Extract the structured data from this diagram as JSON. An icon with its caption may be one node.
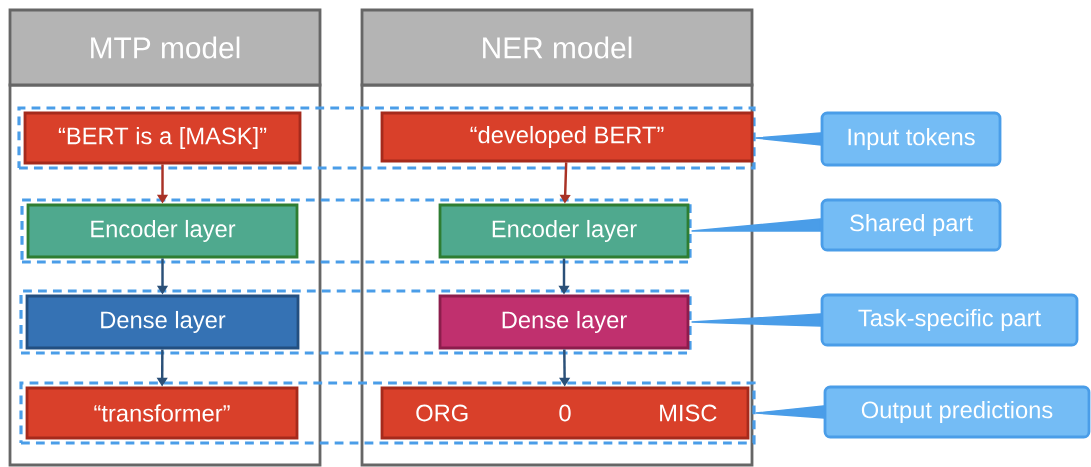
{
  "diagram": {
    "nodes": [
      {
        "text": [
          "MTP model"
        ]
      },
      {
        "text": [
          "“BERT is a [MASK]”"
        ],
        "in": 10
      },
      {
        "text": [
          "Encoder layer"
        ],
        "in": 11
      },
      {
        "text": [
          "Dense layer"
        ],
        "in": 12
      },
      {
        "text": [
          "“transformer”"
        ],
        "in": 13
      },
      {
        "text": [
          "NER model"
        ]
      },
      {
        "text": [
          "“developed BERT”"
        ],
        "in": 10
      },
      {
        "text": [
          "Encoder layer"
        ],
        "in": 11
      },
      {
        "text": [
          "Dense layer"
        ],
        "in": 12
      },
      {
        "text": [
          "ORG",
          "0",
          "MISC"
        ],
        "in": 13
      },
      {
        "text": [],
        "shape": "box"
      },
      {
        "text": [],
        "shape": "box"
      },
      {
        "text": [],
        "shape": "box"
      },
      {
        "text": [],
        "shape": "box"
      },
      {
        "text": [
          "Input tokens"
        ]
      },
      {
        "text": [
          "Shared part"
        ]
      },
      {
        "text": [
          "Task-specific part"
        ]
      },
      {
        "text": [
          "Output predictions"
        ]
      }
    ],
    "edges": [
      {
        "from": 1,
        "to": 2,
        "arrow": "to",
        "color": "#a93226"
      },
      {
        "from": 2,
        "to": 3,
        "arrow": "to"
      },
      {
        "from": 3,
        "to": 4,
        "arrow": "to"
      },
      {
        "from": 6,
        "to": 7,
        "arrow": "to",
        "color": "#a93226"
      },
      {
        "from": 7,
        "to": 8,
        "arrow": "to"
      },
      {
        "from": 8,
        "to": 9,
        "arrow": "to"
      },
      {
        "from": 14,
        "to": 10,
        "arrow": "none",
        "color": "#4a9de8"
      },
      {
        "from": 15,
        "to": 11,
        "arrow": "none",
        "color": "#4a9de8"
      },
      {
        "from": 16,
        "to": 12,
        "arrow": "none",
        "color": "#4a9de8"
      },
      {
        "from": 17,
        "to": 13,
        "arrow": "none",
        "color": "#4a9de8"
      }
    ]
  }
}
